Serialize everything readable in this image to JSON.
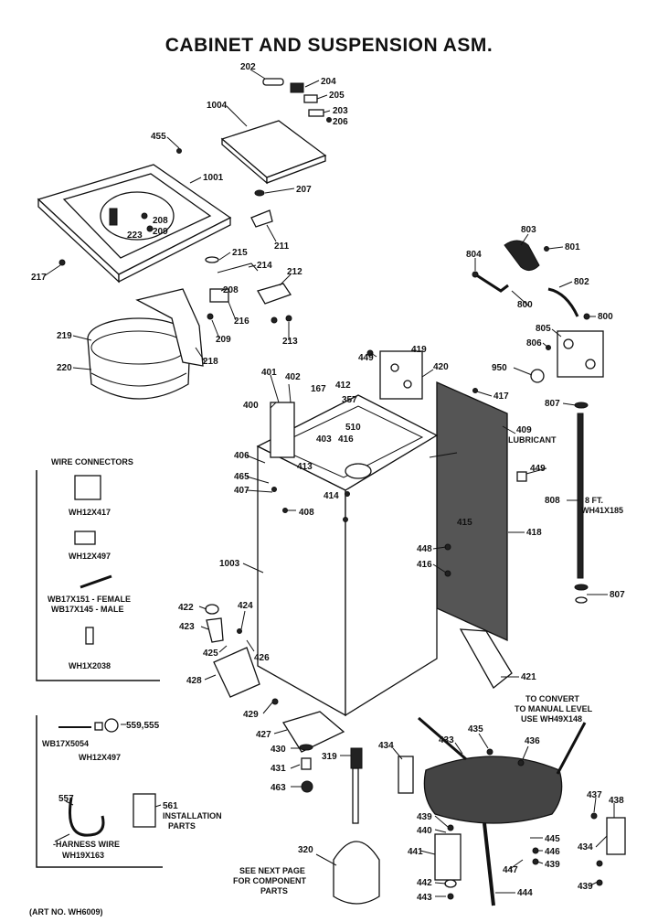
{
  "title": "CABINET AND SUSPENSION ASM.",
  "art_no": "(ART NO. WH6009)",
  "wire_connectors": {
    "heading": "WIRE CONNECTORS",
    "items": [
      "WH12X417",
      "WH12X497",
      "WB17X151 - FEMALE",
      "WB17X145 - MALE",
      "WH1X2038"
    ]
  },
  "harness_box": {
    "wb": "WB17X5054",
    "wh": "WH12X497",
    "num_559": "559,555",
    "num_557": "557",
    "num_561": "561",
    "install_line1": "INSTALLATION",
    "install_line2": "PARTS",
    "harness_line1": "-HARNESS WIRE",
    "harness_line2": "WH19X163"
  },
  "notes": {
    "lubricant": "LUBRICANT",
    "hose_len": "8 FT.",
    "hose_part": "WH41X185",
    "convert1": "TO CONVERT",
    "convert2": "TO MANUAL LEVEL",
    "convert3": "USE WH49X148",
    "see1": "SEE NEXT PAGE",
    "see2": "FOR COMPONENT",
    "see3": "PARTS"
  },
  "callouts": {
    "c202": "202",
    "c204": "204",
    "c205": "205",
    "c203": "203",
    "c206": "206",
    "c1004": "1004",
    "c455": "455",
    "c1001": "1001",
    "c207": "207",
    "c208a": "208",
    "c209a": "209",
    "c223": "223",
    "c211": "211",
    "c215": "215",
    "c214": "214",
    "c212": "212",
    "c217": "217",
    "c208b": "208",
    "c216": "216",
    "c213": "213",
    "c209b": "209",
    "c219": "219",
    "c218": "218",
    "c220": "220",
    "c803": "803",
    "c801": "801",
    "c804": "804",
    "c802": "802",
    "c800a": "800",
    "c800b": "800",
    "c805": "805",
    "c806": "806",
    "c950": "950",
    "c807a": "807",
    "c808": "808",
    "c807b": "807",
    "c449a": "449",
    "c419": "419",
    "c420": "420",
    "c417": "417",
    "c409": "409",
    "c449b": "449",
    "c401": "401",
    "c402": "402",
    "c167": "167",
    "c412": "412",
    "c357": "357",
    "c400": "400",
    "c510": "510",
    "c403": "403",
    "c416a": "416",
    "c406": "406",
    "c465": "465",
    "c407": "407",
    "c413": "413",
    "c414": "414",
    "c408": "408",
    "c415": "415",
    "c418": "418",
    "c448": "448",
    "c416b": "416",
    "c1003": "1003",
    "c422": "422",
    "c424": "424",
    "c423": "423",
    "c425": "425",
    "c426": "426",
    "c428": "428",
    "c421": "421",
    "c429": "429",
    "c427": "427",
    "c430": "430",
    "c431": "431",
    "c463": "463",
    "c319": "319",
    "c320": "320",
    "c434a": "434",
    "c433": "433",
    "c435": "435",
    "c436": "436",
    "c437": "437",
    "c438": "438",
    "c439a": "439",
    "c440": "440",
    "c445": "445",
    "c446": "446",
    "c439b": "439",
    "c441": "441",
    "c447": "447",
    "c442": "442",
    "c443": "443",
    "c444": "444",
    "c434b": "434",
    "c439c": "439"
  }
}
